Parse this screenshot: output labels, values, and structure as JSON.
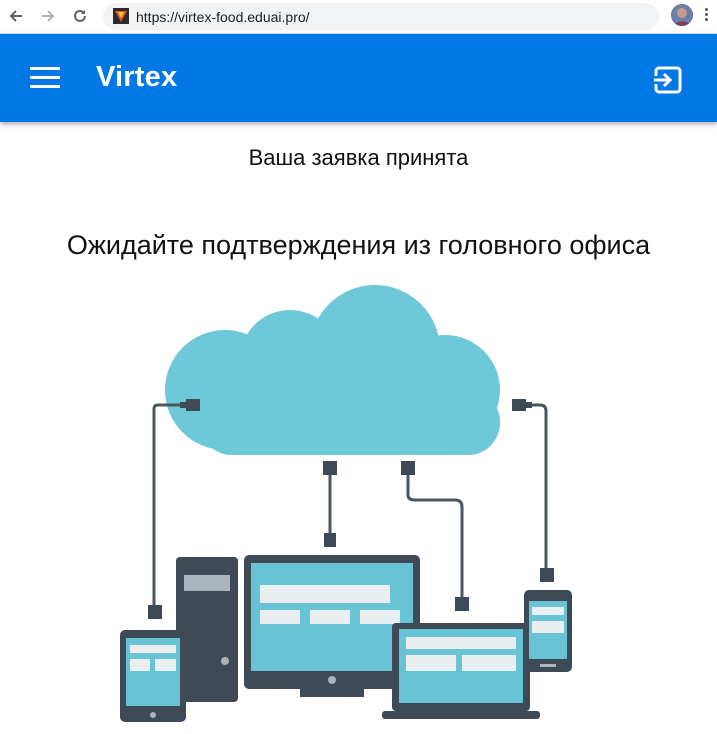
{
  "browser": {
    "url": "https://virtex-food.eduai.pro/",
    "back_icon": "arrow-left-icon",
    "forward_icon": "arrow-right-icon",
    "reload_icon": "reload-icon"
  },
  "appbar": {
    "title": "Virtex",
    "menu_icon": "hamburger-menu-icon",
    "exit_icon": "logout-icon",
    "color": "#0079e6"
  },
  "main": {
    "status_message": "Ваша заявка принята",
    "wait_message": "Ожидайте подтверждения из головного офиса",
    "illustration": "cloud-devices-illustration"
  },
  "colors": {
    "cloud": "#6dc8d8",
    "device_dark": "#3e4a56",
    "screen": "#68c3d4"
  }
}
